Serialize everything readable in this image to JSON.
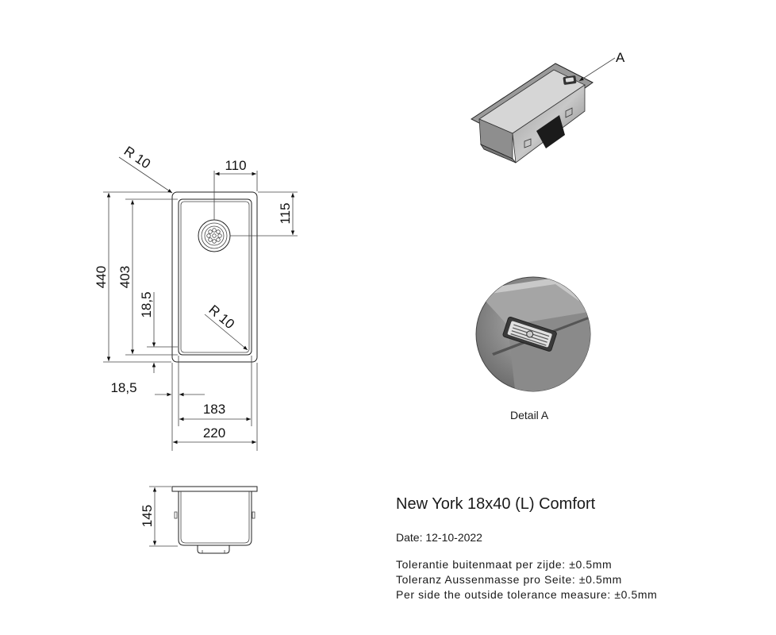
{
  "title": "New York 18x40 (L) Comfort",
  "date": "Date: 12-10-2022",
  "tolerances": [
    "Tolerantie buitenmaat per zijde: ±0.5mm",
    "Toleranz Aussenmasse pro Seite: ±0.5mm",
    "Per side the outside tolerance measure: ±0.5mm"
  ],
  "detail_caption": "Detail A",
  "callout_label": "A",
  "dimensions": {
    "radius_outer": "R 10",
    "radius_inner": "R 10",
    "drain_offset_x": "110",
    "drain_offset_y": "115",
    "outer_length": "440",
    "inner_length": "403",
    "rim_side": "18,5",
    "rim_bottom": "18,5",
    "inner_width": "183",
    "outer_width": "220",
    "depth": "145"
  }
}
